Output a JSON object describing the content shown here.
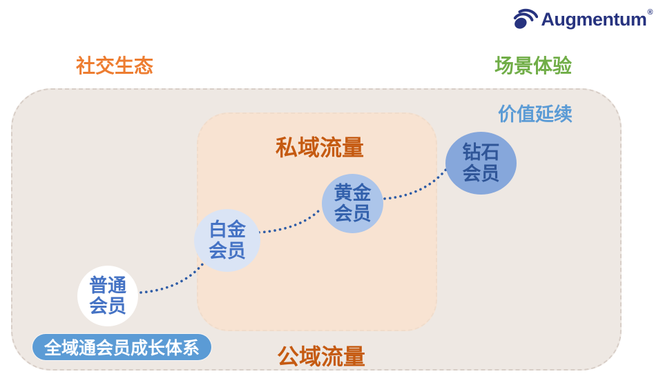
{
  "logo": {
    "wordmark": "Augmentum",
    "registered_mark": "®",
    "color": "#27337F"
  },
  "zones": {
    "outer": {
      "fill": "#EEE8E3",
      "border_style": "dashed"
    },
    "inner": {
      "fill": "#F8E3D2",
      "border_style": "dashed"
    }
  },
  "labels": {
    "social_ecosystem": {
      "text": "社交生态",
      "color": "#ED7D31"
    },
    "scenario_experience": {
      "text": "场景体验",
      "color": "#70AD47"
    },
    "value_continuation": {
      "text": "价值延续",
      "color": "#5B9BD5"
    },
    "private_traffic": {
      "text": "私域流量",
      "color": "#C55A11"
    },
    "public_traffic": {
      "text": "公域流量",
      "color": "#C55A11"
    }
  },
  "members": [
    {
      "id": "regular",
      "label": "普通\n会员",
      "fill": "#FFFFFF",
      "text_color": "#4472C4"
    },
    {
      "id": "platinum",
      "label": "白金\n会员",
      "fill": "#DAE4F5",
      "text_color": "#4472C4"
    },
    {
      "id": "gold",
      "label": "黄金\n会员",
      "fill": "#ACC5EA",
      "text_color": "#3361AC"
    },
    {
      "id": "diamond",
      "label": "钻石\n会员",
      "fill": "#86A7DB",
      "text_color": "#2F5597"
    }
  ],
  "badge": {
    "text": "全域通会员成长体系",
    "bg": "#5B9BD5",
    "text_color": "#FFFFFF"
  },
  "connector": {
    "color": "#2E5CA6",
    "style": "dotted"
  }
}
